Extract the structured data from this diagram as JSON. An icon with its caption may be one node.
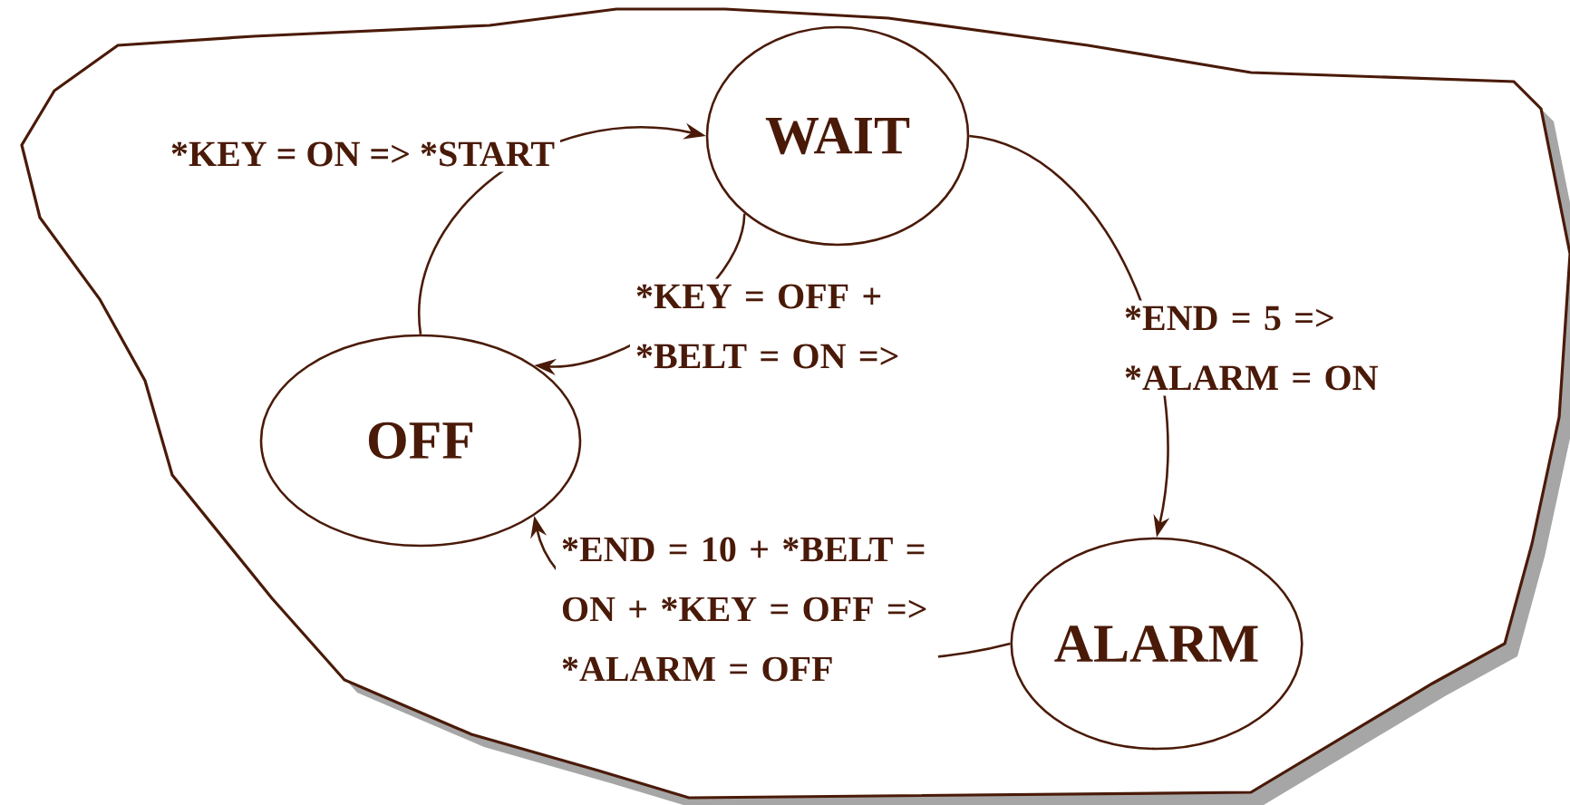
{
  "diagram": {
    "nodes": [
      {
        "text": [
          "WAIT"
        ]
      },
      {
        "text": [
          "OFF"
        ]
      },
      {
        "text": [
          "ALARM"
        ]
      }
    ],
    "edges": [
      {
        "from": 1,
        "to": 0,
        "arrow": "to",
        "label": "*KEY = ON => *START"
      },
      {
        "from": 0,
        "to": 1,
        "arrow": "to",
        "label": "*KEY = OFF + *BELT = ON =>"
      },
      {
        "from": 0,
        "to": 2,
        "arrow": "to",
        "label": "*END = 5 => *ALARM = ON"
      },
      {
        "from": 2,
        "to": 1,
        "arrow": "to",
        "label": "*END = 10 + *BELT = ON + *KEY = OFF => *ALARM = OFF"
      }
    ]
  }
}
